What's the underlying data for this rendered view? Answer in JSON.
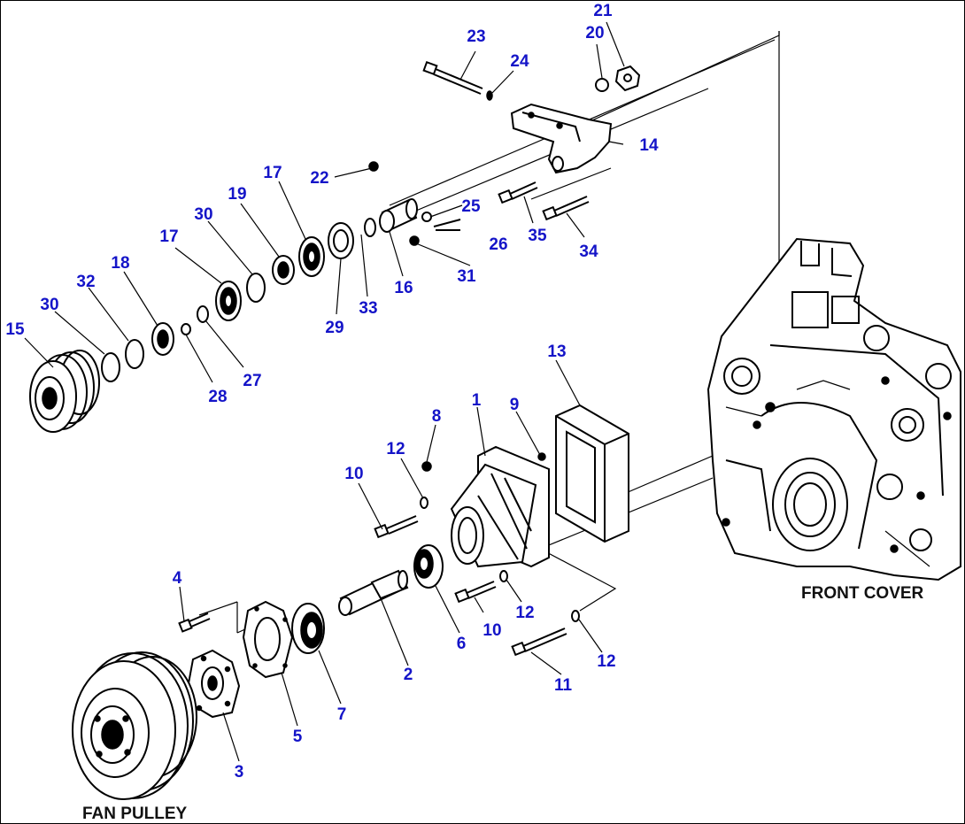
{
  "captions": {
    "front_cover": "FRONT COVER",
    "fan_pulley": "FAN PULLEY"
  },
  "callouts": [
    "1",
    "2",
    "3",
    "4",
    "5",
    "6",
    "7",
    "8",
    "9",
    "10",
    "10",
    "11",
    "12",
    "12",
    "12",
    "13",
    "14",
    "15",
    "16",
    "17",
    "17",
    "18",
    "19",
    "20",
    "21",
    "22",
    "23",
    "24",
    "25",
    "26",
    "27",
    "28",
    "29",
    "30",
    "30",
    "31",
    "32",
    "33",
    "34",
    "35"
  ],
  "colors": {
    "callout": "#1414c8",
    "line": "#000000",
    "background": "#ffffff"
  }
}
